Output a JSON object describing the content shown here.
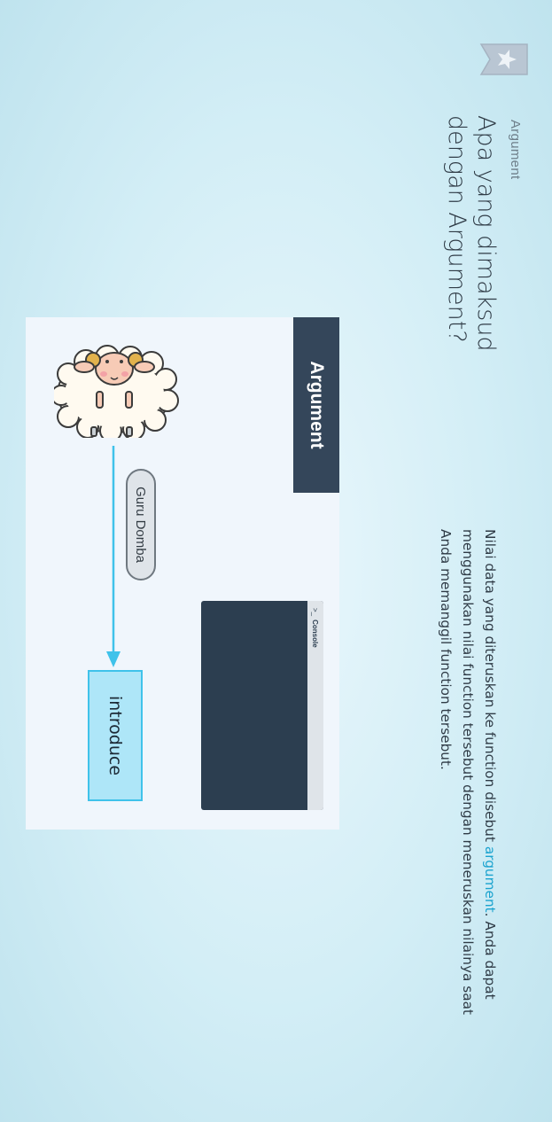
{
  "lesson": {
    "eyebrow": "Argument",
    "title": "Apa yang dimaksud dengan Argument?",
    "description_before": "Nilai data yang diteruskan ke function disebut ",
    "description_keyword": "argument",
    "description_after": ". Anda dapat menggunakan nilai function tersebut dengan meneruskan nilainya saat Anda memanggil function tersebut."
  },
  "illustration": {
    "tag": "Argument",
    "argument_value": "Guru Domba",
    "function_name": "introduce",
    "console": {
      "prompt": ">_",
      "title": "Console"
    }
  },
  "icons": {
    "bookmark": "bookmark-star-icon",
    "sheep": "sheep-character-icon",
    "arrow": "arrow-right-icon"
  },
  "colors": {
    "accent": "#1ba3cf",
    "dark_panel": "#34465a",
    "console_bg": "#2c3e50",
    "function_box": "#aee6f8",
    "function_border": "#3fc2ea"
  }
}
